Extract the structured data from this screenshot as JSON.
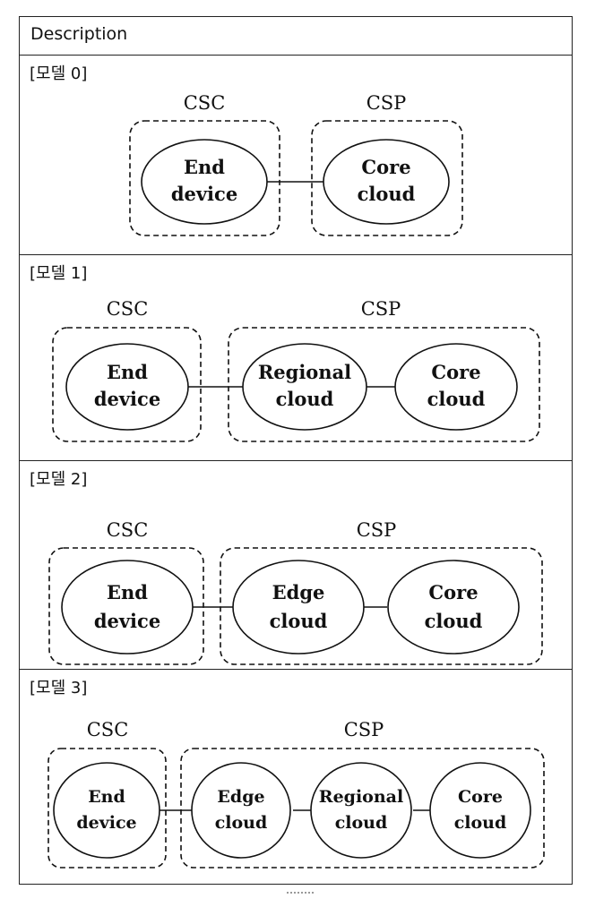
{
  "header": {
    "description": "Description"
  },
  "models": [
    {
      "label": "[모델 0]",
      "groups": [
        {
          "name": "CSC"
        },
        {
          "name": "CSP"
        }
      ],
      "nodes": [
        {
          "line1": "End",
          "line2": "device"
        },
        {
          "line1": "Core",
          "line2": "cloud"
        }
      ]
    },
    {
      "label": "[모델 1]",
      "groups": [
        {
          "name": "CSC"
        },
        {
          "name": "CSP"
        }
      ],
      "nodes": [
        {
          "line1": "End",
          "line2": "device"
        },
        {
          "line1": "Regional",
          "line2": "cloud"
        },
        {
          "line1": "Core",
          "line2": "cloud"
        }
      ]
    },
    {
      "label": "[모델 2]",
      "groups": [
        {
          "name": "CSC"
        },
        {
          "name": "CSP"
        }
      ],
      "nodes": [
        {
          "line1": "End",
          "line2": "device"
        },
        {
          "line1": "Edge",
          "line2": "cloud"
        },
        {
          "line1": "Core",
          "line2": "cloud"
        }
      ]
    },
    {
      "label": "[모델 3]",
      "groups": [
        {
          "name": "CSC"
        },
        {
          "name": "CSP"
        }
      ],
      "nodes": [
        {
          "line1": "End",
          "line2": "device"
        },
        {
          "line1": "Edge",
          "line2": "cloud"
        },
        {
          "line1": "Regional",
          "line2": "cloud"
        },
        {
          "line1": "Core",
          "line2": "cloud"
        }
      ]
    }
  ]
}
